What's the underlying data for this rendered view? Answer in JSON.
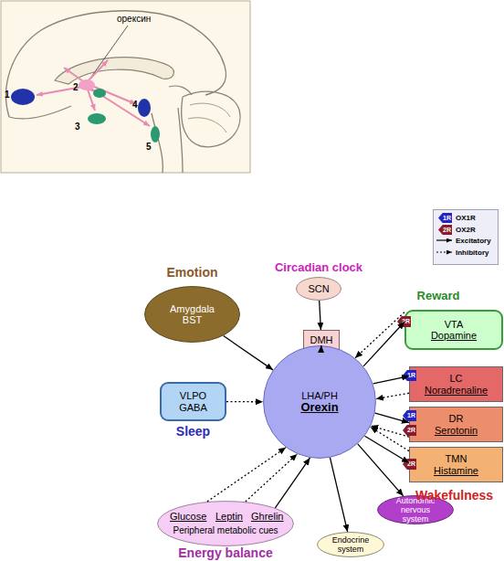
{
  "diagram": {
    "nodes": [
      {
        "text": [
          "Emotion",
          "Amygdala BST"
        ]
      },
      {
        "text": [
          "Circadian clock",
          "SCN"
        ]
      },
      {
        "text": [
          "DMH"
        ]
      },
      {
        "text": [
          "Reward",
          "VTA",
          "Dopamine"
        ]
      },
      {
        "text": [
          "VLPO GABA",
          "Sleep"
        ]
      },
      {
        "text": [
          "LHA/PH",
          "Orexin"
        ]
      },
      {
        "text": [
          "LC",
          "Noradrenaline"
        ]
      },
      {
        "text": [
          "DR",
          "Serotonin"
        ]
      },
      {
        "text": [
          "TMN",
          "Histamine"
        ]
      },
      {
        "text": [
          "Glucose",
          "Leptin",
          "Ghrelin",
          "Peripheral metabolic cues",
          "Energy balance"
        ]
      },
      {
        "text": [
          "Autonomic nervous system"
        ]
      },
      {
        "text": [
          "Endocrine system"
        ]
      }
    ],
    "edges": [
      {
        "from": 0,
        "to": 5,
        "arrow": "to"
      },
      {
        "from": 1,
        "to": 2,
        "arrow": "to"
      },
      {
        "from": 2,
        "to": 5,
        "arrow": "to"
      },
      {
        "from": 5,
        "to": 3,
        "arrow": "to"
      },
      {
        "from": 3,
        "to": 5,
        "arrow": "to"
      },
      {
        "from": 5,
        "to": 6,
        "arrow": "to"
      },
      {
        "from": 6,
        "to": 5,
        "arrow": "to"
      },
      {
        "from": 5,
        "to": 7,
        "arrow": "to"
      },
      {
        "from": 7,
        "to": 5,
        "arrow": "to"
      },
      {
        "from": 5,
        "to": 8,
        "arrow": "to"
      },
      {
        "from": 8,
        "to": 5,
        "arrow": "to"
      },
      {
        "from": 4,
        "to": 5,
        "arrow": "to"
      },
      {
        "from": 9,
        "to": 5,
        "arrow": "to"
      },
      {
        "from": 9,
        "to": 5,
        "arrow": "to"
      },
      {
        "from": 9,
        "to": 5,
        "arrow": "to"
      },
      {
        "from": 5,
        "to": 10,
        "arrow": "to"
      },
      {
        "from": 5,
        "to": 11,
        "arrow": "to"
      }
    ],
    "labels": [
      "орексин",
      "1",
      "2",
      "3",
      "4",
      "5",
      "1R",
      "2R",
      "2R",
      "1R",
      "1R",
      "2R",
      "2R",
      "Wakefulness"
    ],
    "legend": [
      {
        "text": "OX1R",
        "color": "#2323c8"
      },
      {
        "text": "OX2R",
        "color": "#8b1a2a"
      },
      {
        "text": "Excitatory"
      },
      {
        "text": "Inhibitory"
      }
    ]
  }
}
